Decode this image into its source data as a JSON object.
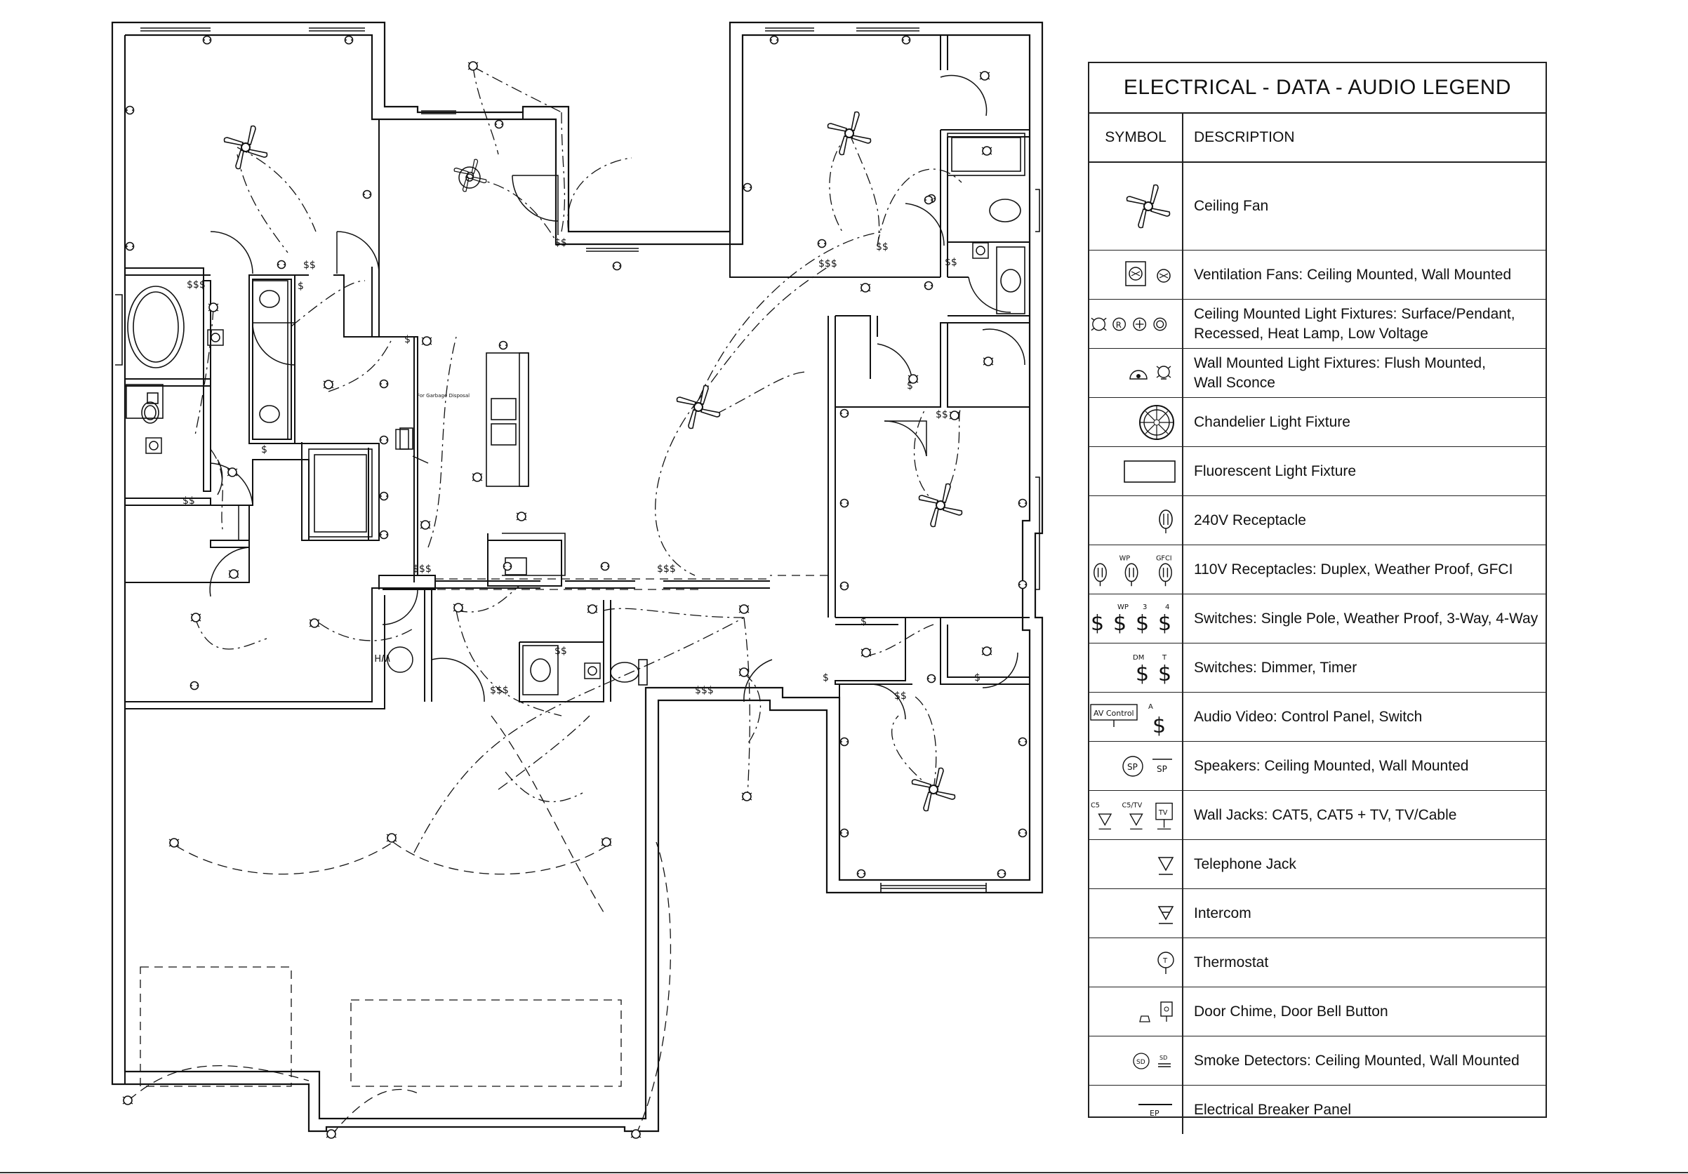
{
  "floor_plan": {
    "annotations": {
      "garbage_disposal_label": "For Garbage Disposal",
      "water_heater_label": "WH"
    }
  },
  "legend": {
    "title": "ELECTRICAL - DATA - AUDIO LEGEND",
    "symbol_header": "SYMBOL",
    "description_header": "DESCRIPTION",
    "rows": [
      {
        "icon": "ceiling-fan-icon",
        "description": "Ceiling Fan"
      },
      {
        "icon": "ventilation-fan-icon",
        "description": "Ventilation Fans: Ceiling Mounted, Wall Mounted"
      },
      {
        "icon": "ceiling-light-icon",
        "description": "Ceiling Mounted Light Fixtures: Surface/Pendant,\n  Recessed, Heat Lamp, Low Voltage"
      },
      {
        "icon": "wall-light-icon",
        "description": "Wall Mounted Light Fixtures: Flush Mounted,\n  Wall Sconce"
      },
      {
        "icon": "chandelier-icon",
        "description": "Chandelier Light Fixture"
      },
      {
        "icon": "fluorescent-light-icon",
        "description": "Fluorescent Light Fixture"
      },
      {
        "icon": "receptacle-240v-icon",
        "description": "240V Receptacle"
      },
      {
        "icon": "receptacle-110v-icon",
        "description": "110V Receptacles: Duplex, Weather Proof, GFCI",
        "sym_labels": [
          "WP",
          "GFCI"
        ]
      },
      {
        "icon": "switch-icon",
        "description": "Switches: Single Pole, Weather Proof, 3-Way, 4-Way",
        "sym_labels": [
          "WP",
          "3",
          "4"
        ]
      },
      {
        "icon": "dimmer-switch-icon",
        "description": "Switches: Dimmer, Timer",
        "sym_labels": [
          "DM",
          "T"
        ]
      },
      {
        "icon": "av-control-icon",
        "description": "Audio Video: Control Panel, Switch",
        "sym_labels": [
          "AV Control",
          "A"
        ]
      },
      {
        "icon": "speaker-icon",
        "description": "Speakers: Ceiling Mounted, Wall Mounted",
        "sym_labels": [
          "SP",
          "SP"
        ]
      },
      {
        "icon": "wall-jack-icon",
        "description": "Wall Jacks: CAT5, CAT5 + TV, TV/Cable",
        "sym_labels": [
          "C5",
          "C5/TV",
          "TV"
        ]
      },
      {
        "icon": "telephone-jack-icon",
        "description": "Telephone Jack"
      },
      {
        "icon": "intercom-icon",
        "description": "Intercom"
      },
      {
        "icon": "thermostat-icon",
        "description": "Thermostat",
        "sym_labels": [
          "T"
        ]
      },
      {
        "icon": "door-chime-icon",
        "description": "Door Chime, Door Bell Button"
      },
      {
        "icon": "smoke-detector-icon",
        "description": "Smoke Detectors: Ceiling Mounted, Wall Mounted",
        "sym_labels": [
          "SD",
          "SD"
        ]
      },
      {
        "icon": "breaker-panel-icon",
        "description": "Electrical Breaker Panel",
        "sym_labels": [
          "EP"
        ]
      }
    ]
  }
}
